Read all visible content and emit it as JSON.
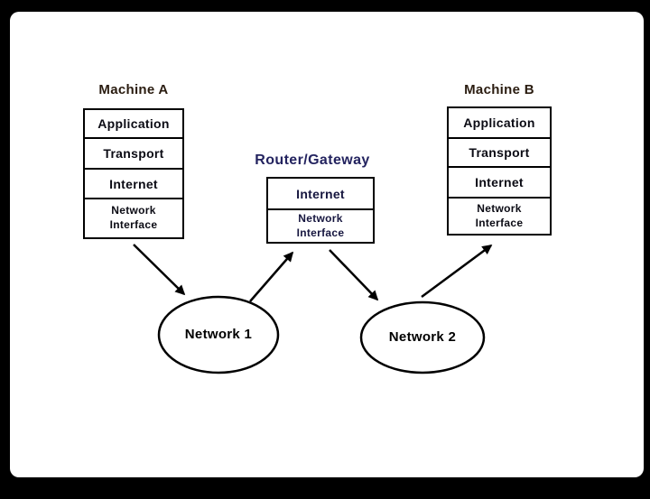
{
  "slide": {
    "machine_a": {
      "title": "Machine A",
      "layers": [
        "Application",
        "Transport",
        "Internet",
        "Network Interface"
      ]
    },
    "router": {
      "title": "Router/Gateway",
      "layers": [
        "Internet",
        "Network Interface"
      ]
    },
    "machine_b": {
      "title": "Machine B",
      "layers": [
        "Application",
        "Transport",
        "Internet",
        "Network Interface"
      ]
    },
    "network_1": {
      "label": "Network 1"
    },
    "network_2": {
      "label": "Network 2"
    },
    "colors": {
      "machine_title": "#2a1c10",
      "router_title": "#23235f",
      "layer_text": "#0b0b14",
      "router_layer_text": "#16163f",
      "line": "#000000",
      "slide_bg": "#ffffff",
      "frame_bg": "#000000"
    }
  }
}
